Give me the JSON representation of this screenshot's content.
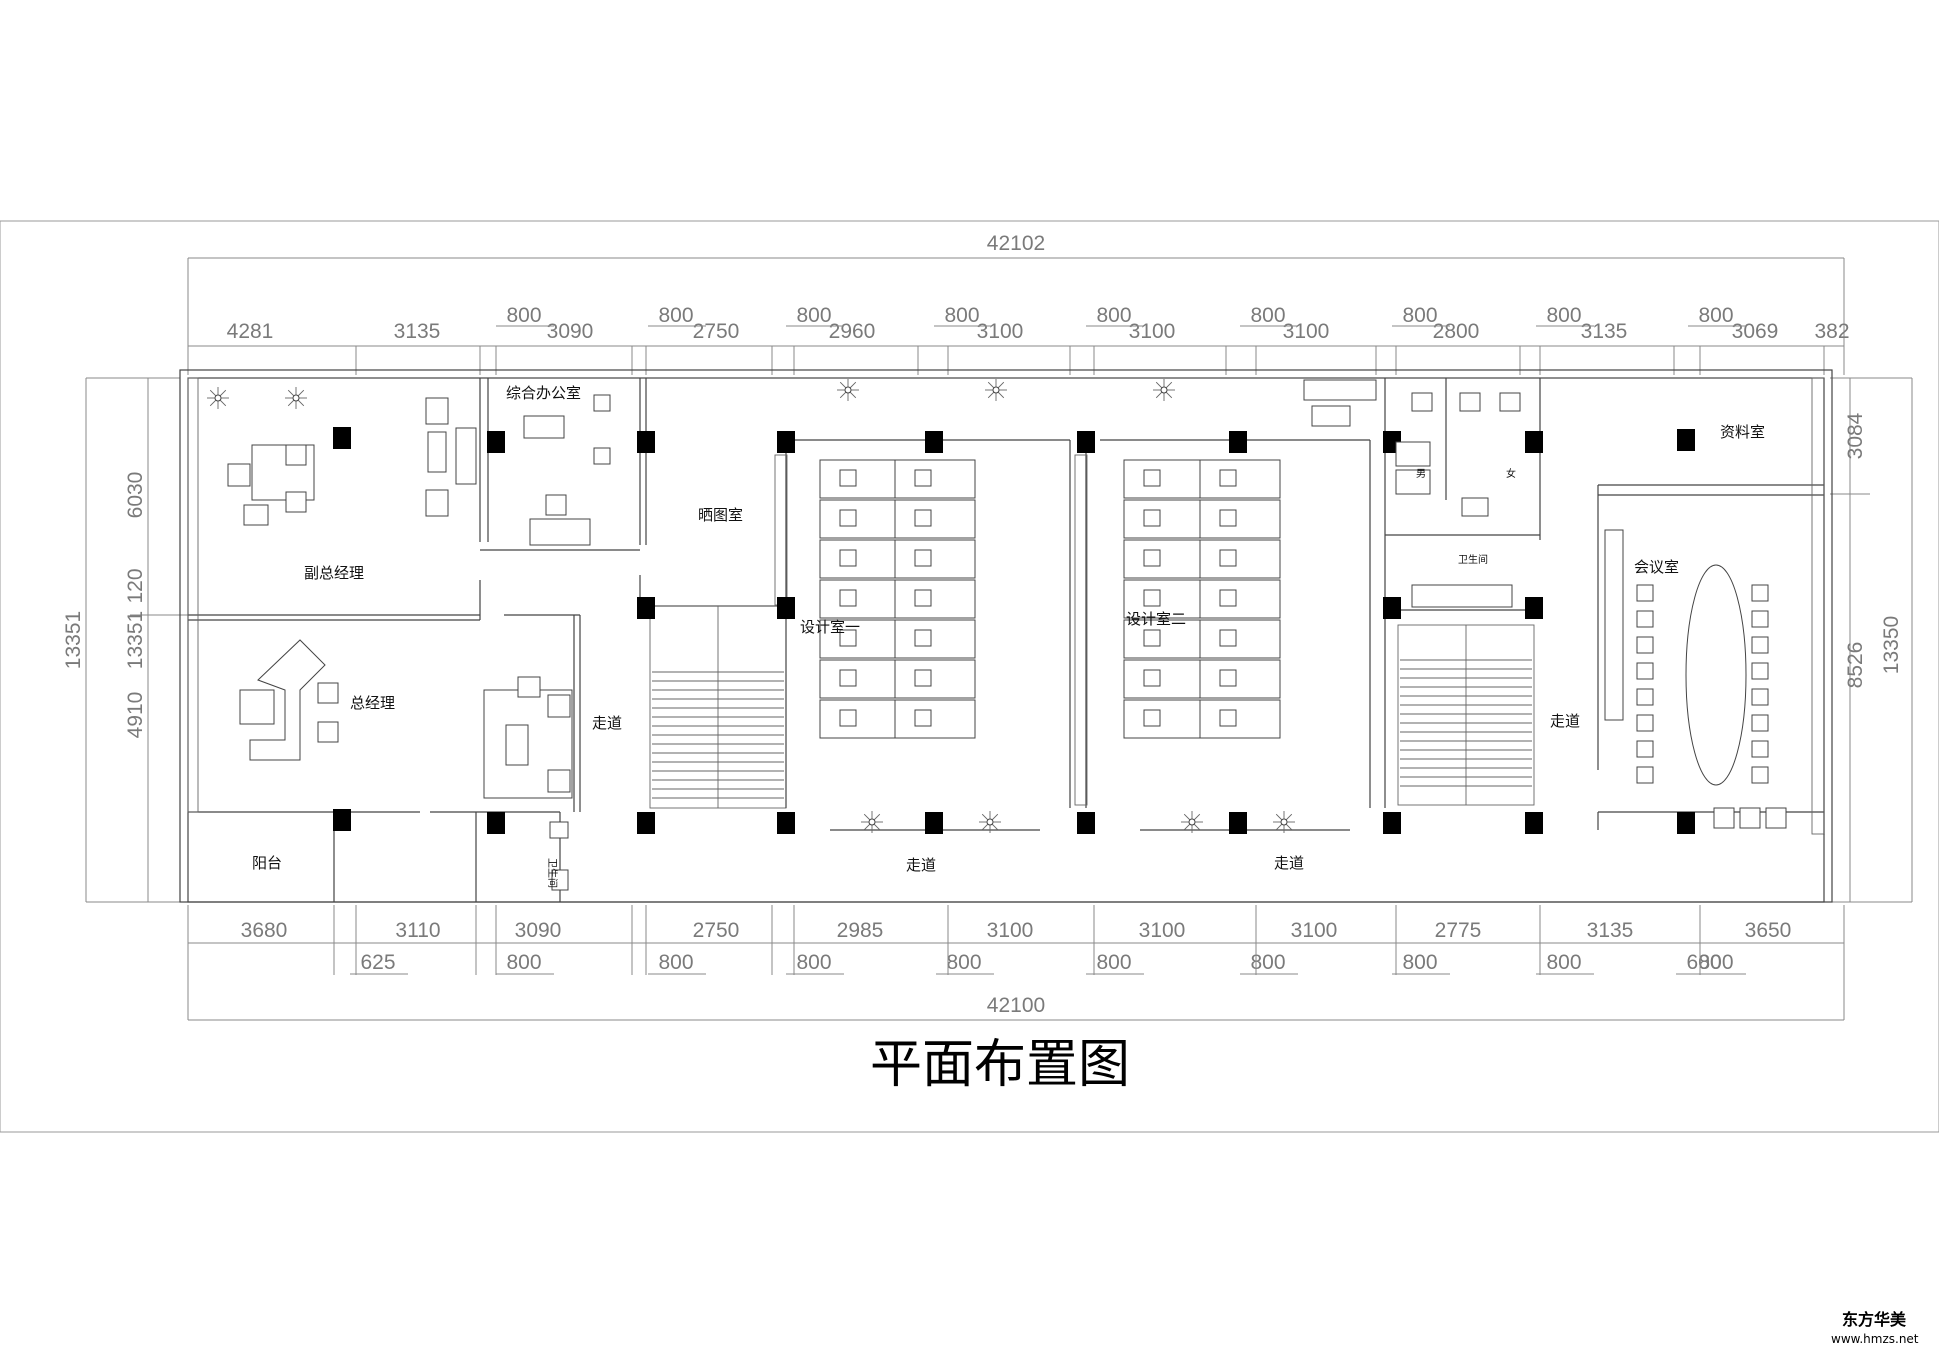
{
  "title": "平面布置图",
  "watermark": {
    "name": "东方华美",
    "url": "www.hmzs.net"
  },
  "overall": {
    "top": "42102",
    "bottom": "42100",
    "left_total": "13351",
    "left_total_2": "13351",
    "right_total": "13350"
  },
  "top_dims_a": [
    "4281",
    "3135",
    "3090",
    "2750",
    "2960",
    "3100",
    "3100",
    "3100",
    "2800",
    "3135",
    "3069",
    "382"
  ],
  "top_dims_b": [
    "800",
    "800",
    "800",
    "800",
    "800",
    "800",
    "800",
    "800",
    "800"
  ],
  "bottom_dims_a": [
    "3680",
    "3110",
    "3090",
    "2750",
    "2985",
    "3100",
    "3100",
    "3100",
    "2775",
    "3135",
    "3650"
  ],
  "bottom_dims_b": [
    "625",
    "800",
    "800",
    "800",
    "800",
    "800",
    "800",
    "800",
    "800",
    "800",
    "600"
  ],
  "left_dims": {
    "upper": "6030",
    "mid": "120",
    "lower": "4910"
  },
  "right_dims": {
    "upper": "3084",
    "lower": "8526"
  },
  "rooms": {
    "vice_gm": "副总经理",
    "gm": "总经理",
    "office": "综合办公室",
    "print_room": "晒图室",
    "design1": "设计室一",
    "design2": "设计室二",
    "archive": "资料室",
    "meeting": "会议室",
    "balcony": "阳台",
    "corridor_1": "走道",
    "corridor_2": "走道",
    "corridor_3": "走道",
    "corridor_4": "走道",
    "wc_male": "男",
    "wc_female": "女",
    "wc_1": "卫生间",
    "wc_2": "卫生间"
  }
}
